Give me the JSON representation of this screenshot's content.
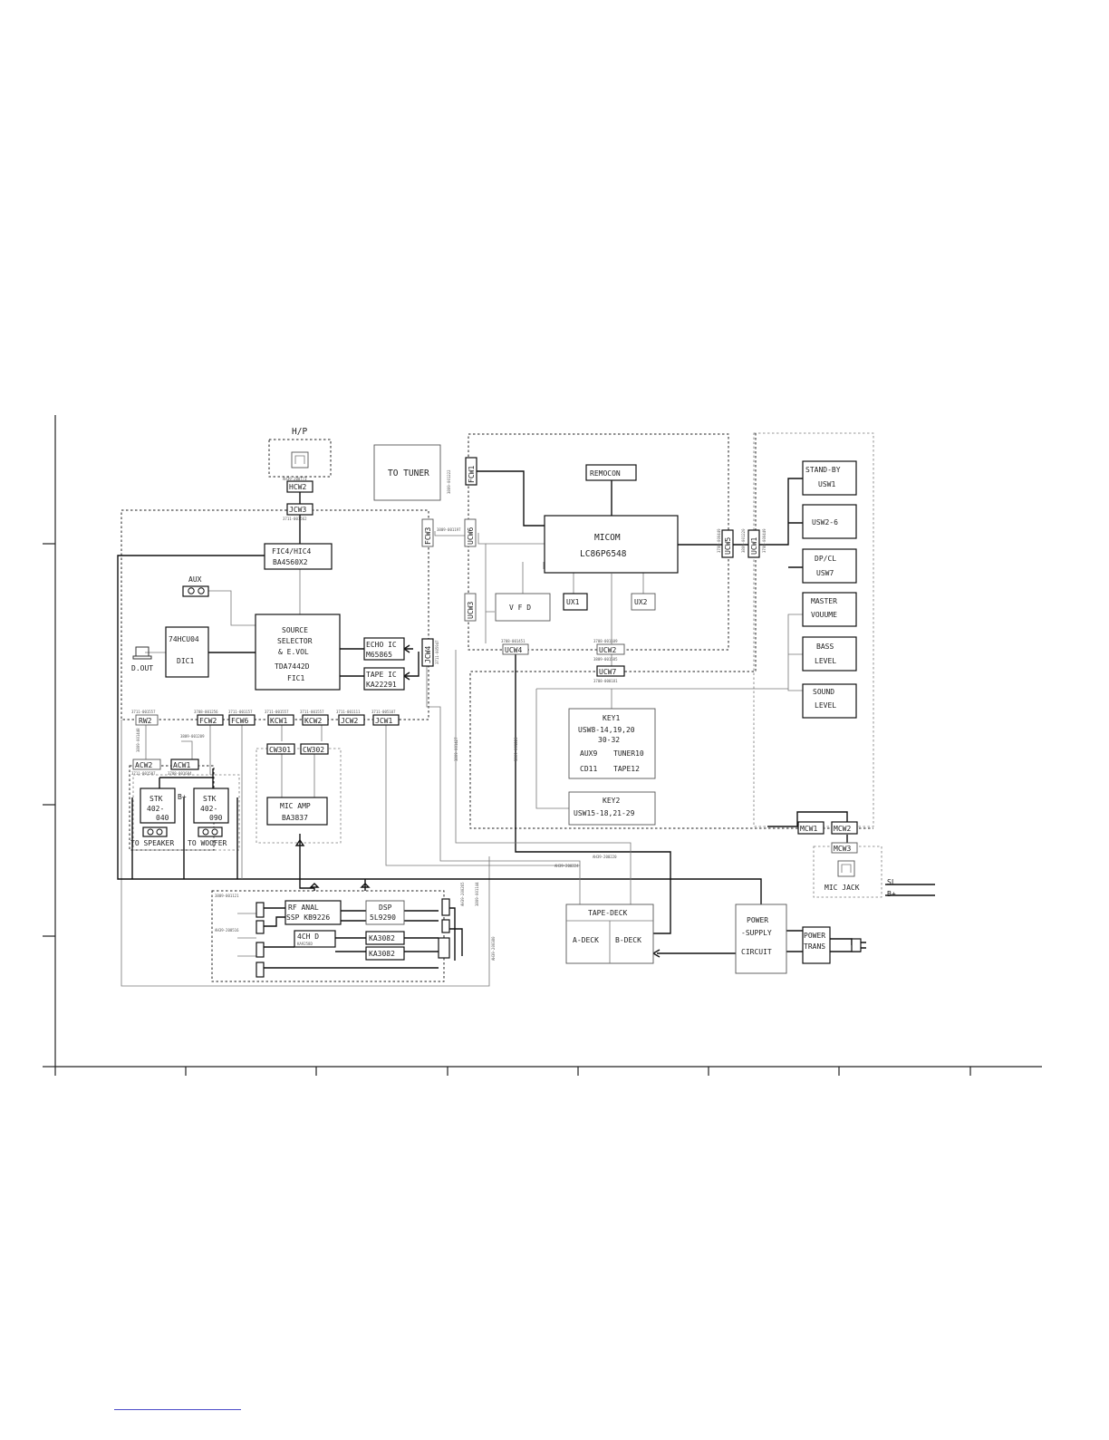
{
  "diagram": {
    "blocks": {
      "hp": "H/P",
      "to_tuner": "TO TUNER",
      "remocon": "REMOCON",
      "micom": [
        "MICOM",
        "LC86P6548"
      ],
      "stand_by": [
        "STAND-BY",
        "USW1"
      ],
      "usw2_6": "USW2-6",
      "dp_cl": [
        "DP/CL",
        "USW7"
      ],
      "master_volume": [
        "MASTER",
        "VOUUME"
      ],
      "bass_level": [
        "BASS",
        "LEVEL"
      ],
      "sound_level": [
        "SOUND",
        "LEVEL"
      ],
      "fic4": [
        "FIC4/HIC4",
        "BA4560X2"
      ],
      "aux": "AUX",
      "source_selector": [
        "SOURCE",
        "SELECTOR",
        "& E.VOL",
        "TDA7442D",
        "FIC1"
      ],
      "dic1": [
        "74HCU04",
        "DIC1"
      ],
      "d_out": "D.OUT",
      "echo_ic": [
        "ECHO IC",
        "M65865"
      ],
      "tape_ic": [
        "TAPE IC",
        "KA22291"
      ],
      "vfd": "V F D",
      "ux1": "UX1",
      "ux2": "UX2",
      "key1": [
        "KEY1",
        "USW8-14,19,20",
        "30-32",
        "AUX9",
        "TUNER10",
        "CD11",
        "TAPE12"
      ],
      "key2": [
        "KEY2",
        "USW15-18,21-29"
      ],
      "stk1": [
        "STK",
        "402-",
        "040"
      ],
      "stk2": [
        "STK",
        "402-",
        "090"
      ],
      "b_plus": "B+",
      "to_speaker": "TO SPEAKER",
      "to_woofer": "TO WOOFER",
      "mic_amp": [
        "MIC AMP",
        "BA3837"
      ],
      "mic_jack": "MIC JACK",
      "tape_deck": "TAPE-DECK",
      "a_deck": "A-DECK",
      "b_deck": "B-DECK",
      "power_supply": [
        "POWER",
        "-SUPPLY",
        "CIRCUIT"
      ],
      "power_trans": [
        "POWER",
        "TRANS"
      ],
      "rf_anal": [
        "RF ANAL",
        "SSP KB9226"
      ],
      "dsp": [
        "DSP",
        "5L9290"
      ],
      "ch4d": [
        "4CH D",
        "KA9258D"
      ],
      "ka3082a": "KA3082",
      "ka3082b": "KA3082",
      "legend_sl": "SL",
      "legend_b": "B+"
    },
    "connectors": {
      "hcw2": "HCW2",
      "jcw3": "JCW3",
      "fcw3": "FCW3",
      "fcw1": "FCW1",
      "ucw6": "UCW6",
      "ucw3": "UCW3",
      "ucw4": "UCW4",
      "ucw2": "UCW2",
      "ucw7": "UCW7",
      "ucw5": "UCW5",
      "ucw1": "UCW1",
      "jcw4": "JCW4",
      "rw2": "RW2",
      "fcw2": "FCW2",
      "fcw6": "FCW6",
      "kcw1": "KCW1",
      "kcw2": "KCW2",
      "jcw2": "JCW2",
      "jcw1": "JCW1",
      "cw301": "CW301",
      "cw302": "CW302",
      "acw2": "ACW2",
      "acw1": "ACW1",
      "mcw1": "MCW1",
      "mcw2": "MCW2",
      "mcw3": "MCW3"
    },
    "part_numbers": {
      "p1": "3711-001562",
      "p2": "3708-001256",
      "p3": "3711-001157",
      "p4": "3711-001557",
      "p5": "3711-001562",
      "p6": "3711-001111",
      "p7": "3711-005107",
      "p8": "3711-001557",
      "p9": "3809-001209",
      "p10": "3708-001451",
      "p11": "3708-001109",
      "p12": "3809-001585",
      "p13": "3708-000181",
      "p14": "AH39-200220",
      "p15": "AH39-200224",
      "p16": "3809-001427",
      "p17": "3809-001226",
      "p18": "3711-005947",
      "p19": "3809-001197",
      "p20": "3809-001121",
      "p21": "AH39-200516"
    }
  }
}
